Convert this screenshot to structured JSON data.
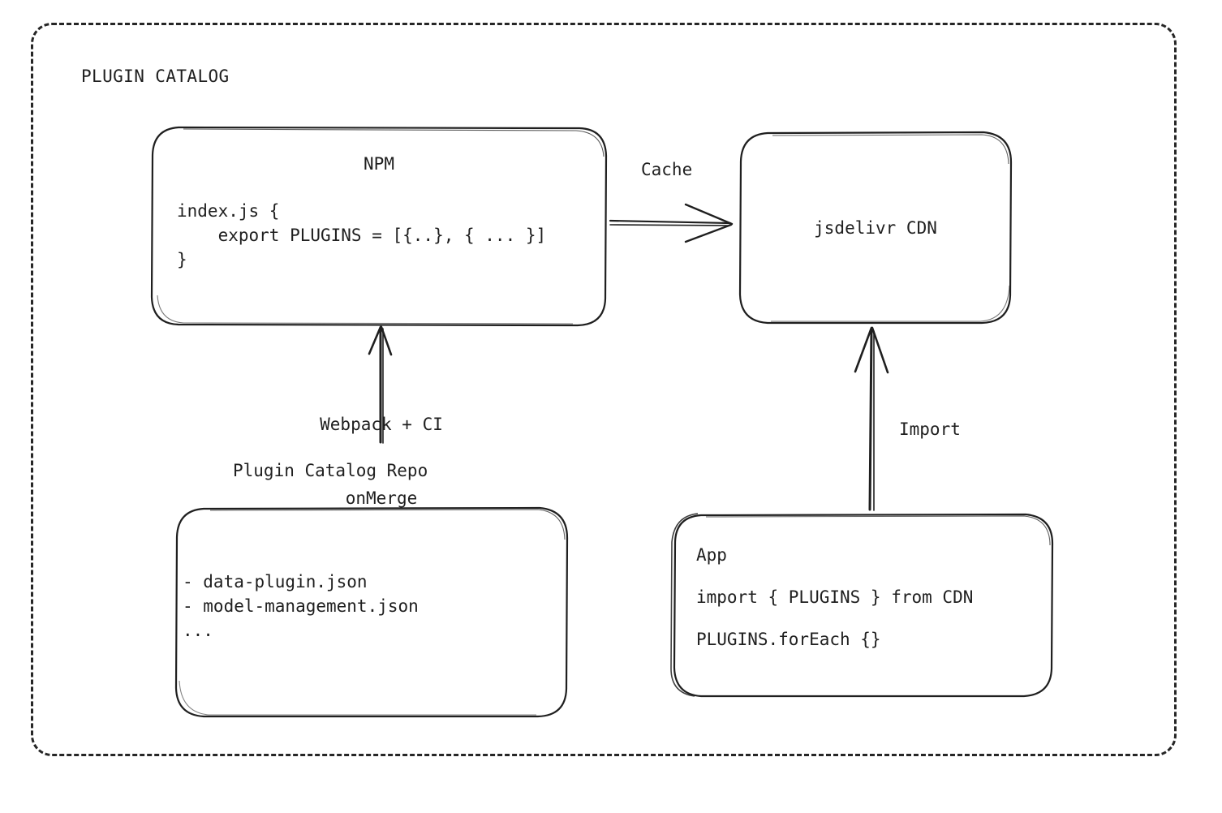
{
  "frame": {
    "title": "PLUGIN CATALOG"
  },
  "nodes": {
    "npm": {
      "title": "NPM",
      "code": [
        "index.js {",
        "    export PLUGINS = [{..}, { ... }]",
        "}"
      ]
    },
    "cdn": {
      "title": "jsdelivr CDN"
    },
    "repo": {
      "caption": "Plugin Catalog Repo",
      "code": [
        "- data-plugin.json",
        "- model-management.json",
        "..."
      ]
    },
    "app": {
      "code": [
        "App",
        "import { PLUGINS } from CDN",
        "PLUGINS.forEach {}"
      ]
    }
  },
  "edges": {
    "cache": "Cache",
    "import": "Import",
    "webpack": "Webpack + CI\nonMerge"
  },
  "colors": {
    "stroke": "#1f1f1f",
    "background": "#ffffff",
    "text": "#1f1f1f"
  }
}
